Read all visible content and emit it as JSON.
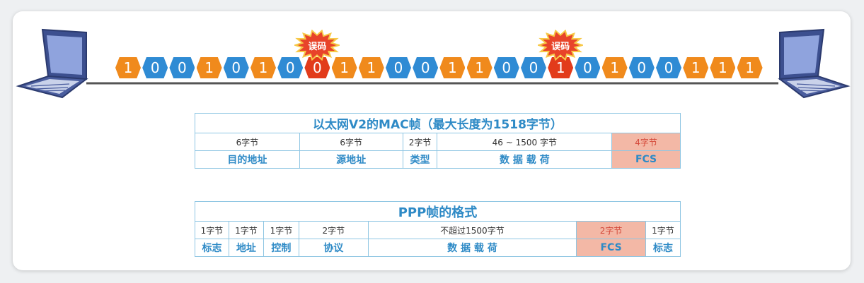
{
  "bitstream": {
    "bits": [
      "1",
      "0",
      "0",
      "1",
      "0",
      "1",
      "0",
      "0",
      "1",
      "1",
      "0",
      "0",
      "1",
      "1",
      "0",
      "0",
      "1",
      "0",
      "1",
      "0",
      "0",
      "1",
      "1",
      "1"
    ],
    "error_positions": [
      7,
      16
    ],
    "error_label": "误码",
    "colors": {
      "one": "#f08a1c",
      "zero": "#2f8bd4",
      "error": "#e23b1b",
      "wire": "#555555"
    }
  },
  "ethernet_frame": {
    "title": "以太网V2的MAC帧（最大长度为1518字节）",
    "sizes": [
      "6字节",
      "6字节",
      "2字节",
      "46 ~ 1500 字节",
      "4字节"
    ],
    "fields": [
      "目的地址",
      "源地址",
      "类型",
      "数 据 载 荷",
      "FCS"
    ]
  },
  "ppp_frame": {
    "title": "PPP帧的格式",
    "sizes": [
      "1字节",
      "1字节",
      "1字节",
      "2字节",
      "不超过1500字节",
      "2字节",
      "1字节"
    ],
    "fields": [
      "标志",
      "地址",
      "控制",
      "协议",
      "数 据 载 荷",
      "FCS",
      "标志"
    ]
  },
  "icons": {
    "left": "laptop-icon",
    "right": "laptop-icon",
    "error_marker": "starburst-icon"
  }
}
